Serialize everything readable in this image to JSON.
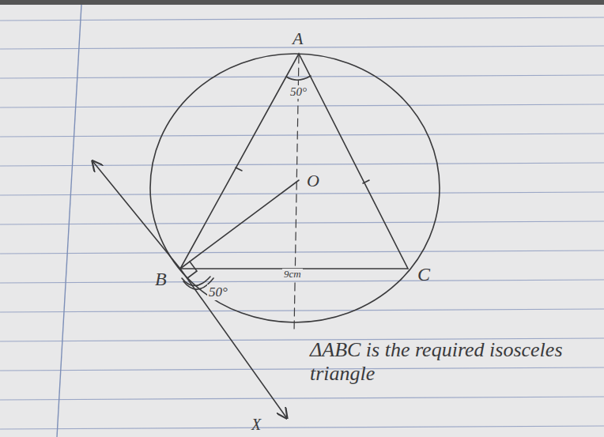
{
  "diagram": {
    "labels": [
      "A",
      "50°",
      "O",
      "B",
      "C",
      "50°",
      "9cm",
      "X",
      "ΔABC is the required isosceles triangle"
    ]
  }
}
